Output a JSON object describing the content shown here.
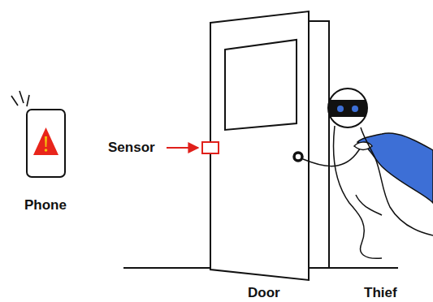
{
  "diagram": {
    "labels": [
      "Phone",
      "Sensor",
      "Door",
      "Thief"
    ]
  }
}
